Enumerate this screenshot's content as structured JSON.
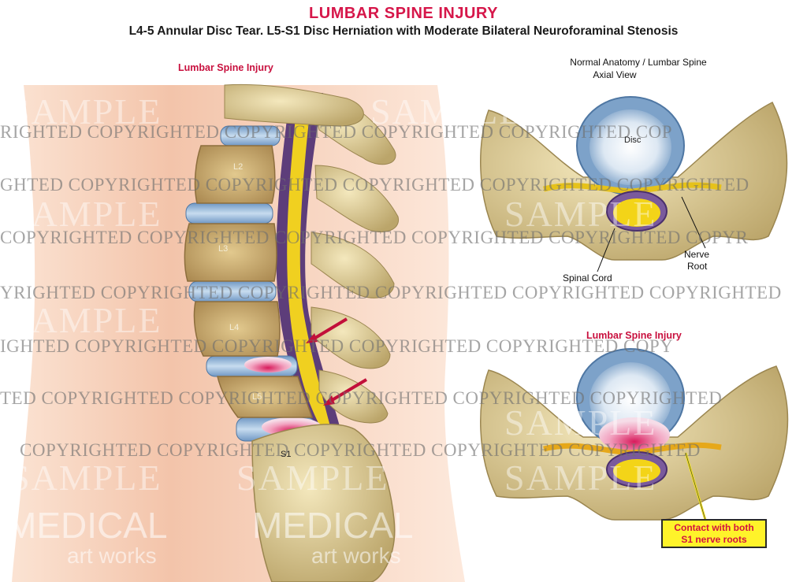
{
  "header": {
    "title": "LUMBAR SPINE INJURY",
    "subtitle": "L4-5 Annular Disc Tear.  L5-S1 Disc Herniation with Moderate Bilateral Neuroforaminal Stenosis"
  },
  "sagittal": {
    "label": "Lumbar Spine Injury",
    "vertebrae": [
      "L2",
      "L3",
      "L4",
      "L5",
      "S1"
    ]
  },
  "axial_normal": {
    "title_line1": "Normal Anatomy / Lumbar Spine",
    "title_line2": "Axial View",
    "disc_label": "Disc",
    "nerve_label_line1": "Nerve",
    "nerve_label_line2": "Root",
    "cord_label": "Spinal Cord"
  },
  "axial_injury": {
    "label": "Lumbar Spine Injury",
    "callout_line1": "Contact with both",
    "callout_line2": "S1 nerve roots"
  },
  "watermark": {
    "copyright_rows": [
      "RIGHTED    COPYRIGHTED    COPYRIGHTED    COPYRIGHTED    COPYRIGHTED    COP",
      "GHTED    COPYRIGHTED    COPYRIGHTED    COPYRIGHTED    COPYRIGHTED    COPYRIGHTED",
      "COPYRIGHTED    COPYRIGHTED    COPYRIGHTED    COPYRIGHTED    COPYRIGHTED    COPYR",
      "YRIGHTED    COPYRIGHTED    COPYRIGHTED    COPYRIGHTED    COPYRIGHTED    COPYRIGHTED",
      "IGHTED    COPYRIGHTED    COPYRIGHTED    COPYRIGHTED    COPYRIGHTED    COPY",
      "TED    COPYRIGHTED    COPYRIGHTED    COPYRIGHTED    COPYRIGHTED    COPYRIGHTED",
      "COPYRIGHTED    COPYRIGHTED    COPYRIGHTED    COPYRIGHTED    COPYRIGHTED"
    ],
    "sample_text": "SAMPLE",
    "brand_line1": "MEDICAL",
    "brand_line2": "art works"
  },
  "colors": {
    "title_red": "#d6174a",
    "bone": "#d9c88f",
    "disc_blue": "#8fb2d6",
    "nerve_yellow": "#f2d21a",
    "callout_yellow": "#fff32a"
  }
}
